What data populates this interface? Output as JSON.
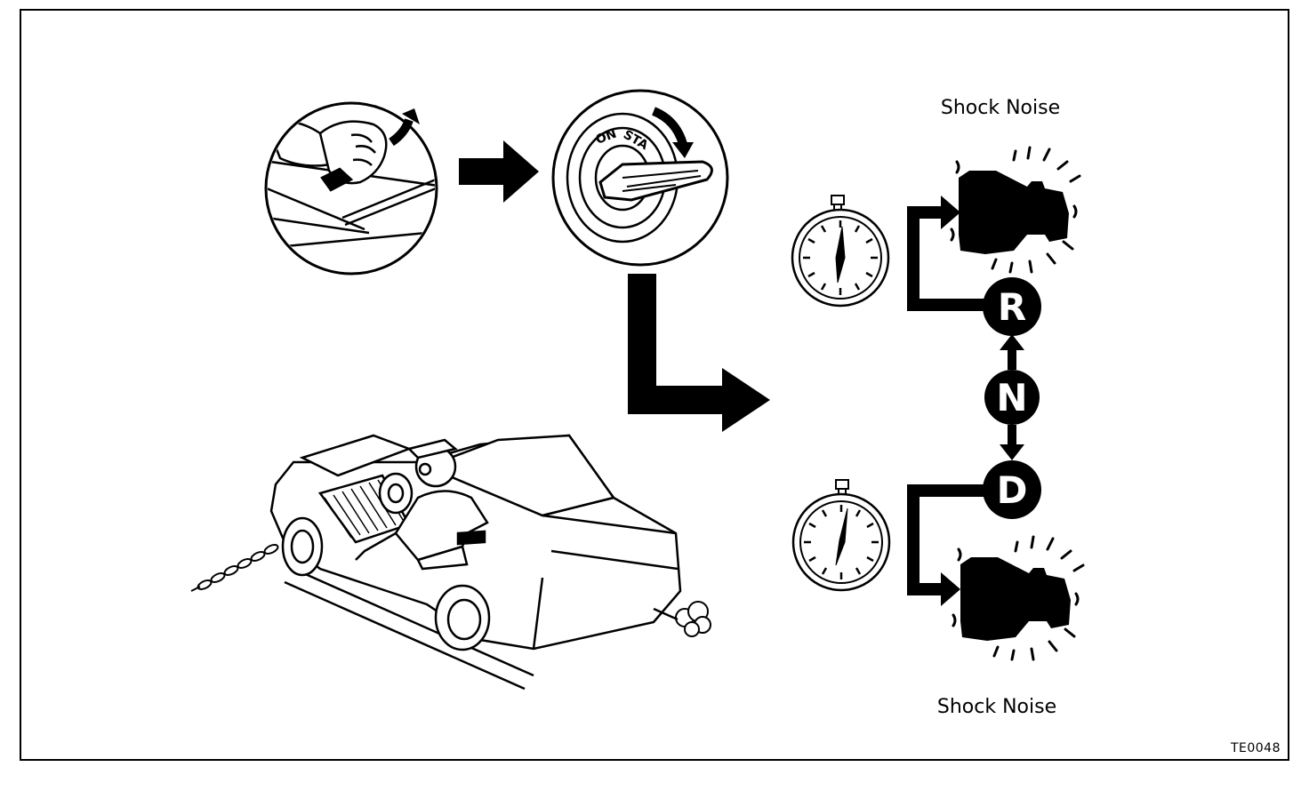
{
  "labels": {
    "shock_noise_top": "Shock Noise",
    "shock_noise_bottom": "Shock Noise",
    "figure_code": "TE0048"
  },
  "gear_positions": [
    "R",
    "N",
    "D"
  ],
  "icons": [
    "parking-brake-hand-icon",
    "ignition-key-icon",
    "stopwatch-icon",
    "transmission-shock-icon",
    "car-stall-test-icon",
    "arrow-right-icon"
  ]
}
